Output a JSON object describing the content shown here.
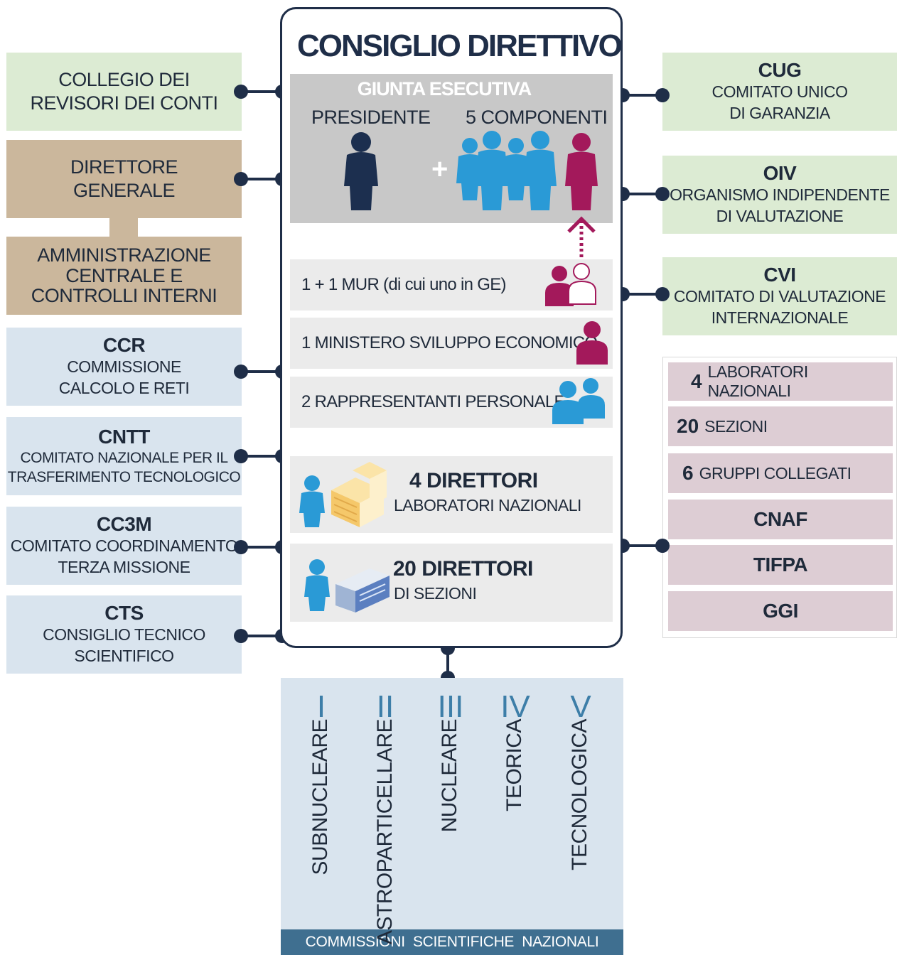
{
  "title": "CONSIGLIO DIRETTIVO",
  "giunta": {
    "title": "GIUNTA ESECUTIVA",
    "presidente": "PRESIDENTE",
    "componenti": "5 COMPONENTI",
    "plus": "+"
  },
  "rows": {
    "mur": "1 + 1 MUR (di cui uno in GE)",
    "mise": "1 MINISTERO SVILUPPO ECONOMICO",
    "personale": "2 RAPPRESENTANTI PERSONALE",
    "lab_title": "4 DIRETTORI",
    "lab_sub": "LABORATORI NAZIONALI",
    "sez_title": "20 DIRETTORI",
    "sez_sub": "DI SEZIONI"
  },
  "left": {
    "collegio": "COLLEGIO DEI\nREVISORI DEI CONTI",
    "direttore": "DIRETTORE\nGENERALE",
    "amministrazione": "AMMINISTRAZIONE\nCENTRALE E\nCONTROLLI INTERNI",
    "ccr_abbr": "CCR",
    "ccr_name": "COMMISSIONE\nCALCOLO E RETI",
    "cntt_abbr": "CNTT",
    "cntt_name": "COMITATO NAZIONALE PER IL\nTRASFERIMENTO TECNOLOGICO",
    "cc3m_abbr": "CC3M",
    "cc3m_name": "COMITATO COORDINAMENTO\nTERZA MISSIONE",
    "cts_abbr": "CTS",
    "cts_name": "CONSIGLIO TECNICO\nSCIENTIFICO"
  },
  "right": {
    "cug_abbr": "CUG",
    "cug_name": "COMITATO UNICO\nDI GARANZIA",
    "oiv_abbr": "OIV",
    "oiv_name": "ORGANISMO INDIPENDENTE\nDI VALUTAZIONE",
    "cvi_abbr": "CVI",
    "cvi_name": "COMITATO DI VALUTAZIONE\nINTERNAZIONALE"
  },
  "structures": {
    "labs_num": "4",
    "labs_txt": "LABORATORI NAZIONALI",
    "sezioni_num": "20",
    "sezioni_txt": "SEZIONI",
    "gruppi_num": "6",
    "gruppi_txt": "GRUPPI COLLEGATI",
    "cnaf": "CNAF",
    "tifpa": "TIFPA",
    "ggi": "GGI"
  },
  "commissioni": {
    "footer": "COMMISSIONI  SCIENTIFICHE  NAZIONALI",
    "items": [
      {
        "roman": "I",
        "name": "SUBNUCLEARE"
      },
      {
        "roman": "II",
        "name": "ASTROPARTICELLARE"
      },
      {
        "roman": "III",
        "name": "NUCLEARE"
      },
      {
        "roman": "IV",
        "name": "TEORICA"
      },
      {
        "roman": "V",
        "name": "TECNOLOGICA"
      }
    ]
  },
  "colors": {
    "navy": "#1f2e48",
    "person_dark": "#1c2f4f",
    "person_light": "#2a9ad6",
    "person_magenta": "#a3195b",
    "green_box": "#dcebd3",
    "tan_box": "#cbb79c",
    "blue_box": "#d9e4ee",
    "pink_box": "#ddcdd4",
    "footer_bar": "#3f6f90"
  }
}
